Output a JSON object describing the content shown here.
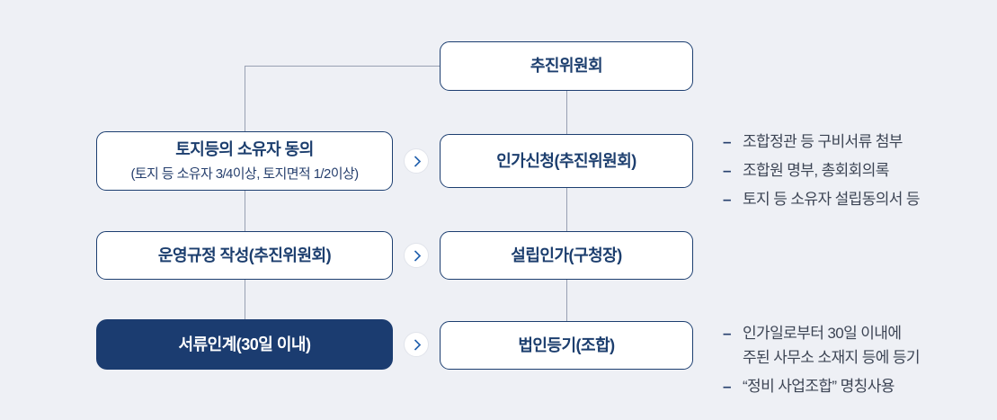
{
  "bullet": "–",
  "colors": {
    "background": "#eef0f5",
    "box_border_navy": "#1c3e70",
    "box_text_navy": "#1c3e6e",
    "dark_box_fill": "#1b3c70",
    "connector_gray": "#98a0b2",
    "arrow_blue": "#2b67b1",
    "note_text": "#3c4454"
  },
  "diagram": {
    "top_node": "추진위원회",
    "rows": [
      {
        "left_title": "토지등의 소유자 동의",
        "left_subtitle": "(토지 등 소유자 3/4이상, 토지면적 1/2이상)",
        "right": "인가신청(추진위원회)",
        "notes": [
          "조합정관 등 구비서류 첨부",
          "조합원 명부, 총회회의록",
          "토지 등 소유자 설립동의서 등"
        ]
      },
      {
        "left_title": "운영규정 작성(추진위원회)",
        "right": "설립인가(구청장)"
      },
      {
        "left_title": "서류인계(30일 이내)",
        "right": "법인등기(조합)",
        "notes": [
          "인가일로부터 30일 이내에",
          "주된 사무소 소재지 등에 등기",
          "“정비 사업조합” 명칭사용"
        ]
      }
    ]
  }
}
